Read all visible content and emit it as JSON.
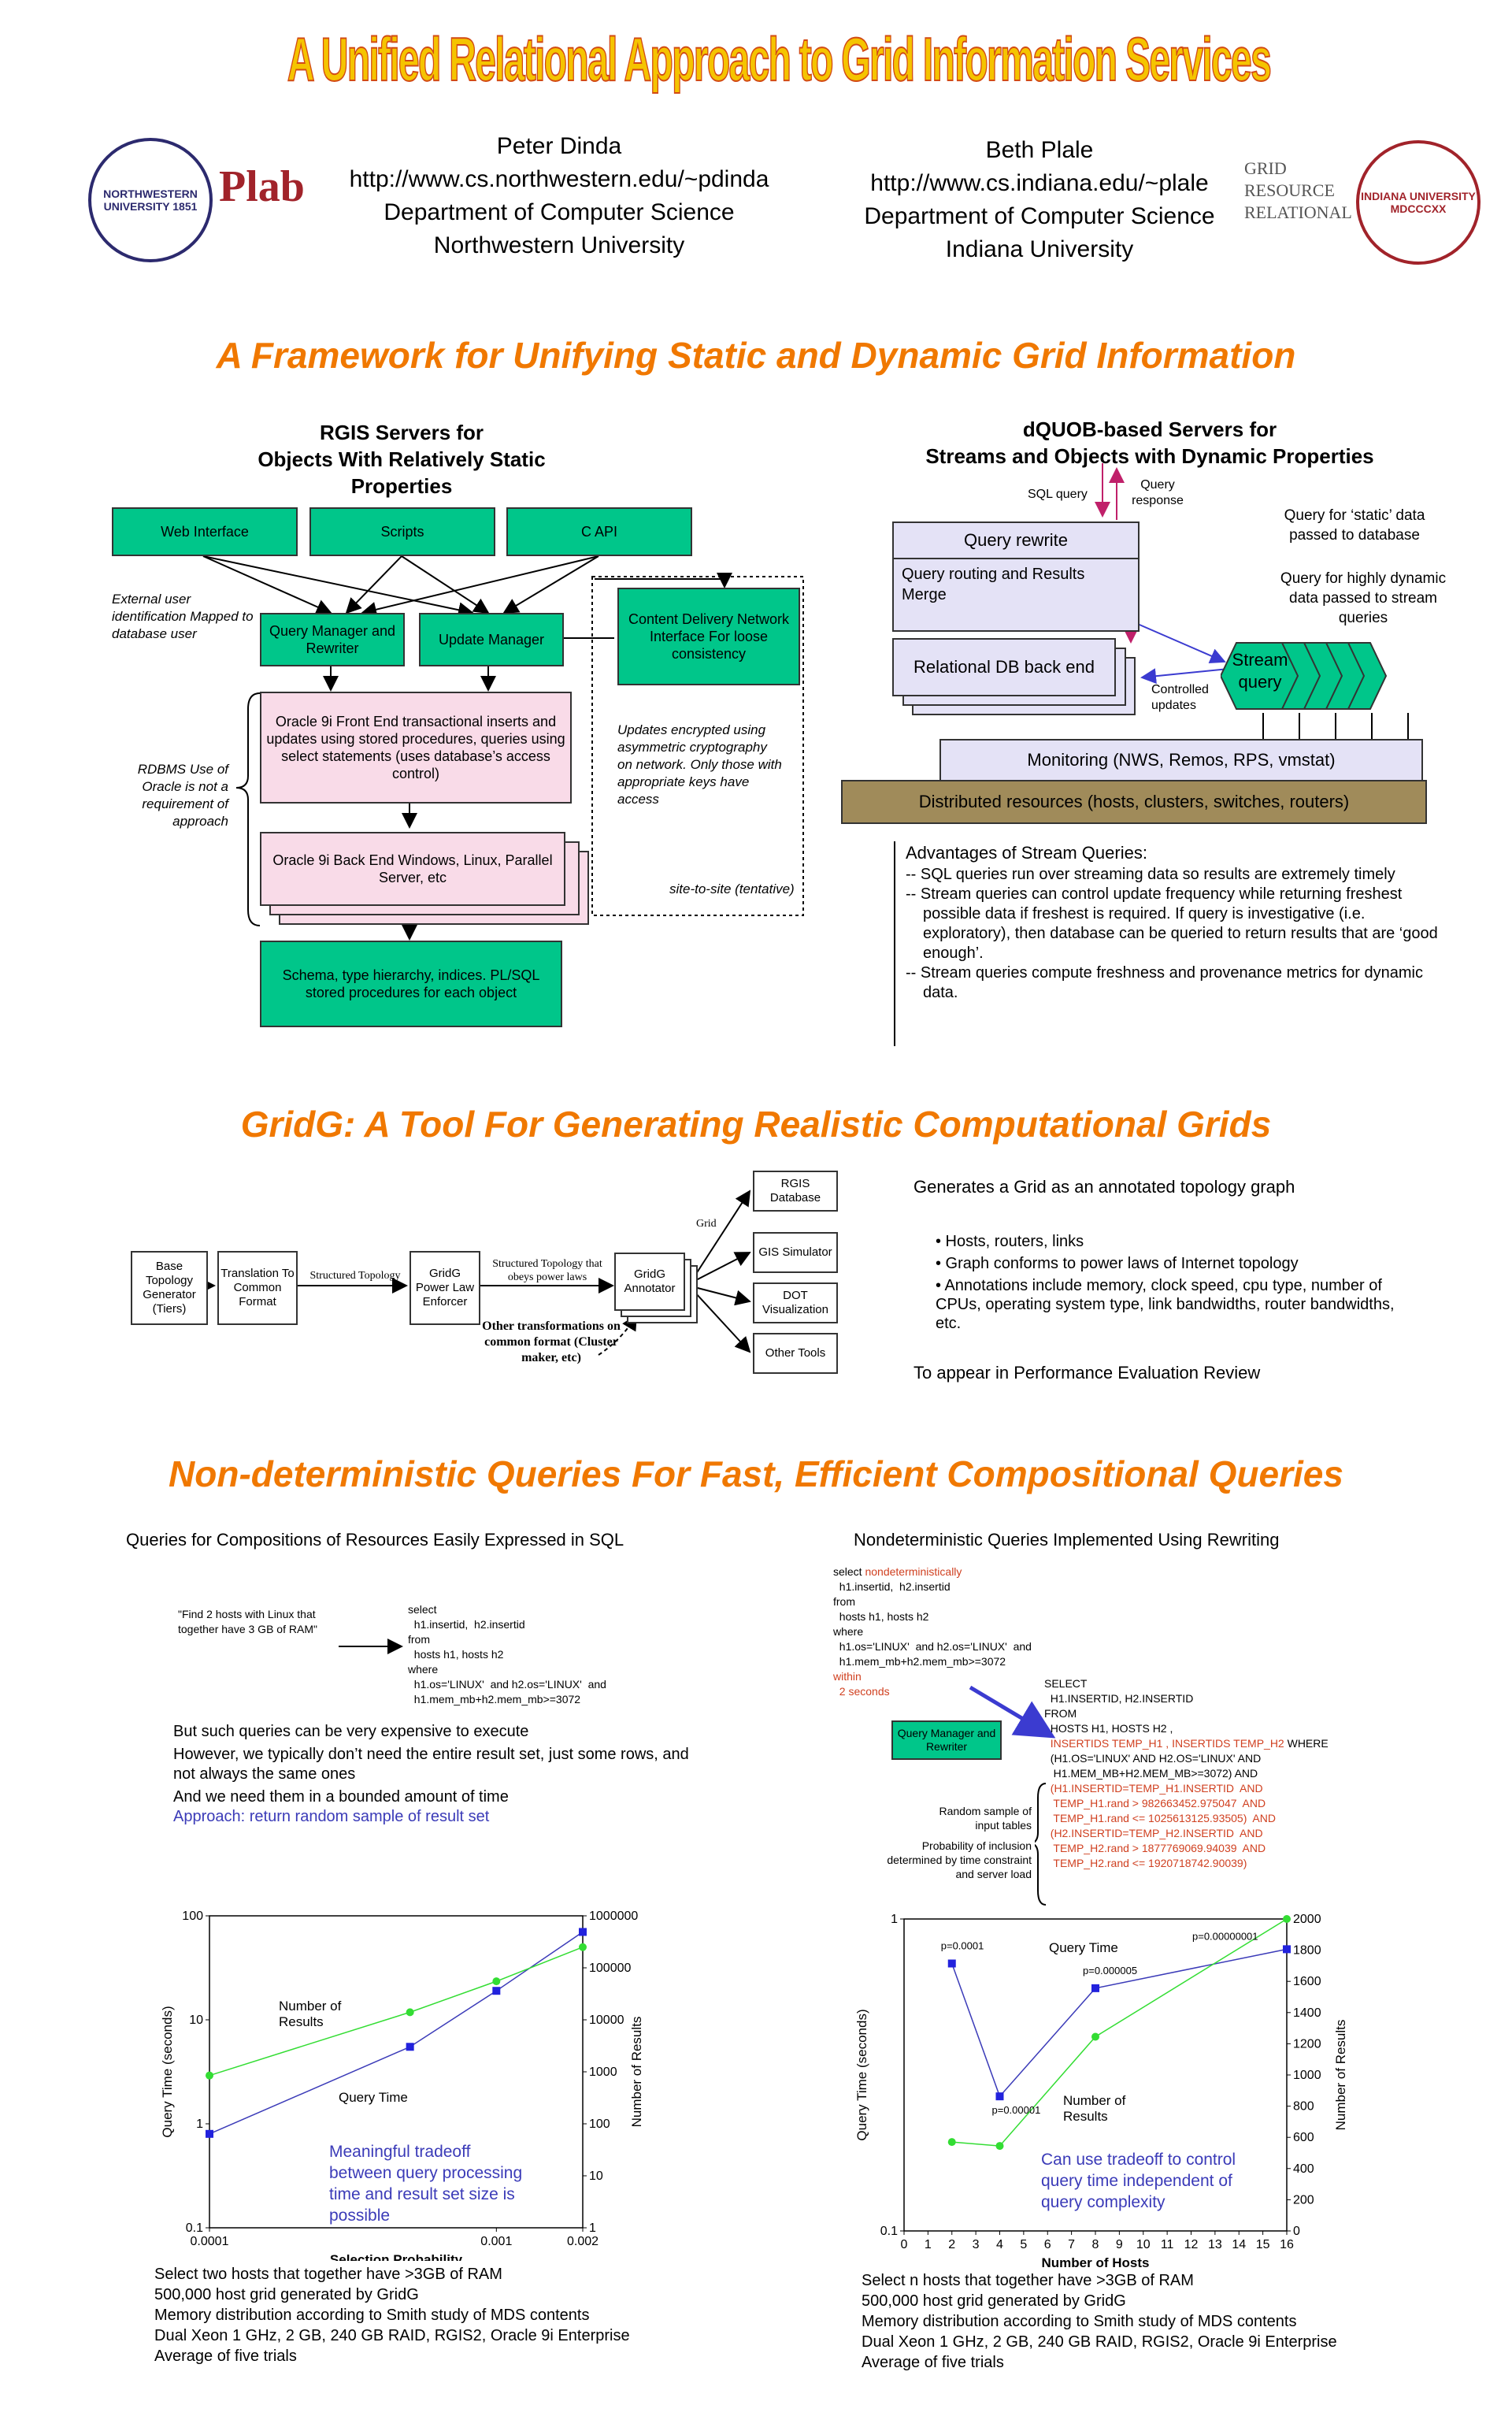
{
  "title": "A Unified Relational Approach to Grid Information Services",
  "authors": {
    "left": {
      "name": "Peter Dinda",
      "url": "http://www.cs.northwestern.edu/~pdinda",
      "dept": "Department of Computer Science",
      "org": "Northwestern University"
    },
    "right": {
      "name": "Beth Plale",
      "url": "http://www.cs.indiana.edu/~plale",
      "dept": "Department of Computer Science",
      "org": "Indiana University"
    }
  },
  "logos": {
    "nu_seal": "NORTHWESTERN UNIVERSITY 1851",
    "plab": "Plab",
    "grd": "GRID RESOURCE RELATIONAL",
    "iu_seal": "INDIANA UNIVERSITY MDCCCXX"
  },
  "section1": {
    "heading": "A Framework for Unifying Static and Dynamic Grid Information",
    "rgis_title1": "RGIS Servers for",
    "rgis_title2": "Objects With Relatively Static Properties",
    "web_interface": "Web Interface",
    "scripts": "Scripts",
    "c_api": "C API",
    "query_manager": "Query Manager and Rewriter",
    "update_manager": "Update Manager",
    "cdn": "Content Delivery Network Interface For loose consistency",
    "front_end": "Oracle 9i Front End transactional inserts and updates using stored procedures, queries using select statements (uses database’s access control)",
    "back_end": "Oracle 9i Back End Windows, Linux, Parallel Server, etc",
    "schema": "Schema, type hierarchy, indices. PL/SQL stored procedures for each object",
    "ext_user": "External user identification Mapped to database user",
    "rdbms": "RDBMS Use of Oracle is not a requirement of approach",
    "updates_enc": "Updates encrypted using asymmetric cryptography on network.  Only those with appropriate keys have access",
    "site_to_site": "site-to-site (tentative)",
    "dquob_title1": "dQUOB-based Servers for",
    "dquob_title2": "Streams and Objects with Dynamic Properties",
    "sql_query": "SQL query",
    "query_response": "Query response",
    "query_rewrite": "Query rewrite",
    "query_routing": "Query routing and Results Merge",
    "relational_db": "Relational DB back end",
    "stream_query": "Stream query",
    "controlled_updates": "Controlled updates",
    "static_data": "Query for ‘static’ data passed to database",
    "dynamic_data": "Query for highly dynamic data passed to stream queries",
    "monitoring": "Monitoring (NWS, Remos, RPS, vmstat)",
    "distributed": "Distributed resources (hosts, clusters, switches, routers)",
    "adv_title": "Advantages of Stream Queries:",
    "adv1": "-- SQL queries run over streaming data so results are extremely timely",
    "adv2": "-- Stream queries can control update frequency while returning freshest possible data if freshest is required.  If query is investigative (i.e. exploratory), then database can be queried to return results that are ‘good enough’.",
    "adv3": "-- Stream queries compute freshness and provenance metrics for dynamic data."
  },
  "section2": {
    "heading": "GridG:  A Tool For Generating Realistic Computational Grids",
    "base_topology": "Base Topology Generator (Tiers)",
    "translation": "Translation To Common Format",
    "structured_topology": "Structured Topology",
    "power_law": "GridG Power Law Enforcer",
    "obeys_power": "Structured Topology that obeys power laws",
    "annotator": "GridG Annotator",
    "grid": "Grid",
    "other_transform": "Other transformations on common format (Cluster maker, etc)",
    "rgis_db": "RGIS Database",
    "gis_sim": "GIS Simulator",
    "dot_vis": "DOT Visualization",
    "other_tools": "Other Tools",
    "generates": "Generates a Grid as an annotated topology graph",
    "bullet1": "• Hosts, routers, links",
    "bullet2": "• Graph conforms to power laws of Internet topology",
    "bullet3": "• Annotations include memory, clock speed, cpu type, number of CPUs,   operating system type, link bandwidths, router bandwidths, etc.",
    "appear": "To appear in Performance Evaluation Review"
  },
  "section3": {
    "heading": "Non-deterministic Queries For Fast, Efficient Compositional Queries",
    "left_title": "Queries for Compositions of Resources Easily Expressed in SQL",
    "right_title": "Nondeterministic Queries Implemented Using Rewriting",
    "find_hosts": "\"Find 2 hosts with Linux that together have 3 GB of RAM\"",
    "sql_left": "select\n  h1.insertid,  h2.insertid\nfrom\n  hosts h1, hosts h2\nwhere\n  h1.os='LINUX'  and h2.os='LINUX'  and\n  h1.mem_mb+h2.mem_mb>=3072",
    "expensive1": "But such queries can be very expensive to execute",
    "expensive2": "However, we typically don’t need the entire result set, just some rows, and not always the same ones",
    "expensive3": "And we need them in a bounded amount of time",
    "approach": "Approach: return random sample of result set",
    "nd_select": "select",
    "nd_keyword": "nondeterministically",
    "nd_body": "  h1.insertid,  h2.insertid\nfrom\n  hosts h1, hosts h2\nwhere\n  h1.os='LINUX'  and h2.os='LINUX'  and\n  h1.mem_mb+h2.mem_mb>=3072",
    "nd_within": "within",
    "nd_seconds": "  2 seconds",
    "qm_box": "Query Manager and Rewriter",
    "rewritten1": "SELECT\n  H1.INSERTID, H2.INSERTID\nFROM\n  HOSTS H1, HOSTS H2 ,",
    "rewritten2": "  INSERTIDS TEMP_H1 , INSERTIDS TEMP_H2",
    "rewritten2b": " WHERE",
    "rewritten3": "  (H1.OS='LINUX' AND H2.OS='LINUX' AND\n   H1.MEM_MB+H2.MEM_MB>=3072) AND",
    "rewritten4": "  (H1.INSERTID=TEMP_H1.INSERTID  AND\n   TEMP_H1.rand > 982663452.975047  AND\n   TEMP_H1.rand <= 1025613125.93505)  AND\n  (H2.INSERTID=TEMP_H2.INSERTID  AND\n   TEMP_H2.rand > 1877769069.94039  AND\n   TEMP_H2.rand <= 1920718742.90039)",
    "random_sample": "Random sample of input tables",
    "prob_inclusion": "Probability  of inclusion determined  by time constraint and server load",
    "left_notes": [
      "Select two hosts that together have >3GB of RAM",
      "500,000 host grid generated by GridG",
      "Memory distribution according to Smith study of MDS contents",
      "Dual Xeon 1 GHz, 2 GB, 240 GB RAID, RGIS2, Oracle 9i Enterprise",
      "Average of five trials"
    ],
    "right_notes": [
      "Select n hosts that together have >3GB of RAM",
      "500,000 host grid generated by GridG",
      "Memory distribution according to Smith study of MDS contents",
      "Dual Xeon 1 GHz, 2 GB, 240 GB RAID, RGIS2, Oracle 9i Enterprise",
      "Average of five trials"
    ]
  },
  "chart_data": [
    {
      "type": "line",
      "xlabel": "Selection Probability",
      "ylabel": "Query Time (seconds)",
      "y2label": "Number of Results",
      "x_ticks": [
        "0.0001",
        "0.001",
        "0.002"
      ],
      "y_ticks": [
        "0.1",
        "1",
        "10",
        "100"
      ],
      "y2_ticks": [
        "1",
        "10",
        "100",
        "1000",
        "10000",
        "100000",
        "1000000"
      ],
      "xscale": "log",
      "yscale": "log",
      "y2scale": "log",
      "xlim": [
        0.0001,
        0.002
      ],
      "ylim": [
        0.1,
        100
      ],
      "y2lim": [
        1,
        1000000
      ],
      "series": [
        {
          "name": "Query Time",
          "axis": "left",
          "color": "#3b3bb8",
          "x": [
            0.0001,
            0.0005,
            0.001,
            0.002
          ],
          "y": [
            0.8,
            5.5,
            19,
            70
          ]
        },
        {
          "name": "Number of Results",
          "axis": "right",
          "color": "#33dd33",
          "x": [
            0.0001,
            0.0005,
            0.001,
            0.002
          ],
          "y": [
            850,
            14000,
            55000,
            250000
          ]
        }
      ],
      "annotation": "Meaningful tradeoff between query processing time and result set size is possible"
    },
    {
      "type": "line",
      "xlabel": "Number of Hosts",
      "ylabel": "Query Time (seconds)",
      "y2label": "Number of Results",
      "x_ticks": [
        "0",
        "1",
        "2",
        "3",
        "4",
        "5",
        "6",
        "7",
        "8",
        "9",
        "10",
        "11",
        "12",
        "13",
        "14",
        "15",
        "16"
      ],
      "y_ticks": [
        "0.1",
        "1"
      ],
      "y2_ticks": [
        "0",
        "200",
        "400",
        "600",
        "800",
        "1000",
        "1200",
        "1400",
        "1600",
        "1800",
        "2000"
      ],
      "xscale": "linear",
      "yscale": "log",
      "y2scale": "linear",
      "xlim": [
        0,
        16
      ],
      "ylim": [
        0.1,
        1
      ],
      "y2lim": [
        0,
        2000
      ],
      "series": [
        {
          "name": "Query Time",
          "axis": "left",
          "color": "#3b3bb8",
          "x": [
            2,
            4,
            8,
            16
          ],
          "y": [
            0.72,
            0.27,
            0.6,
            0.8
          ]
        },
        {
          "name": "Number of Results",
          "axis": "right",
          "color": "#33dd33",
          "x": [
            2,
            4,
            8,
            16
          ],
          "y": [
            570,
            545,
            1245,
            2000
          ]
        }
      ],
      "point_labels": [
        "p=0.0001",
        "p=0.00001",
        "p=0.000005",
        "p=0.00000001"
      ],
      "annotation": "Can use tradeoff to control query time independent of query complexity"
    }
  ]
}
